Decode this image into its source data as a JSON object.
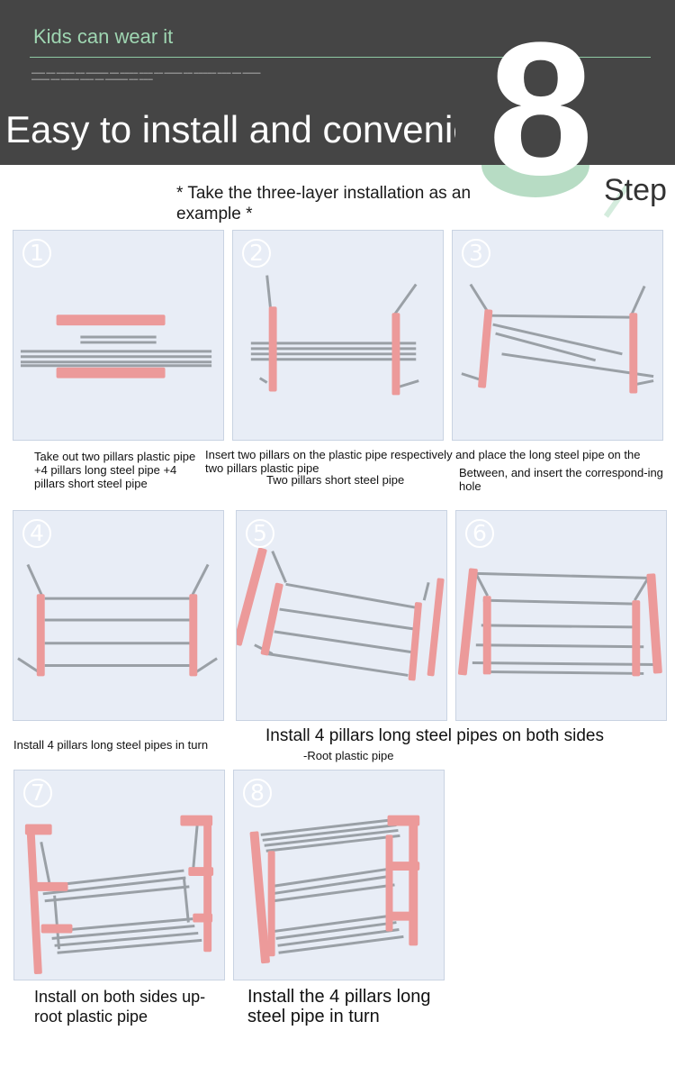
{
  "header": {
    "kids_text": "Kids can wear it",
    "title": "Easy to install and convenie",
    "big_number": "8",
    "step_label": "Step"
  },
  "subtitle": "* Take the three-layer installation as an example *",
  "steps": [
    {
      "num": "1",
      "caption": "Take out two pillars plastic pipe +4 pillars long steel pipe +4 pillars short steel pipe"
    },
    {
      "num": "2",
      "caption_a": "Insert two pillars on the plastic pipe respectively and place the long steel pipe on the two pillars plastic pipe",
      "caption_b": "Two pillars short steel pipe"
    },
    {
      "num": "3",
      "caption": "Between, and insert the correspond-ing hole"
    },
    {
      "num": "4",
      "caption": "Install 4 pillars long steel pipes in turn"
    },
    {
      "num": "5",
      "caption": "Install 4 pillars long steel pipes on both sides",
      "sub": "-Root plastic pipe"
    },
    {
      "num": "6"
    },
    {
      "num": "7",
      "caption": "Install on both sides up-root plastic pipe"
    },
    {
      "num": "8",
      "caption": "Install the 4 pillars long steel pipe in turn"
    }
  ],
  "colors": {
    "header_bg": "#454545",
    "mint": "#b7dcc4",
    "pink": "#ec9a9a",
    "steel": "#9aa0a6",
    "photo_bg": "#e8edf6"
  }
}
